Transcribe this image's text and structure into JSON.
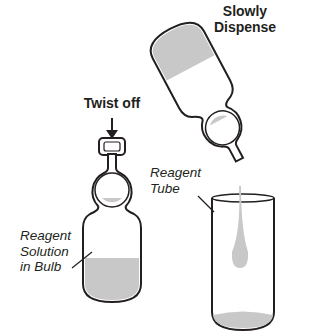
{
  "diagram": {
    "labels": [
      "Slowly Dispense",
      "Twist off",
      "Reagent Solution in Bulb",
      "Reagent Tube"
    ]
  }
}
